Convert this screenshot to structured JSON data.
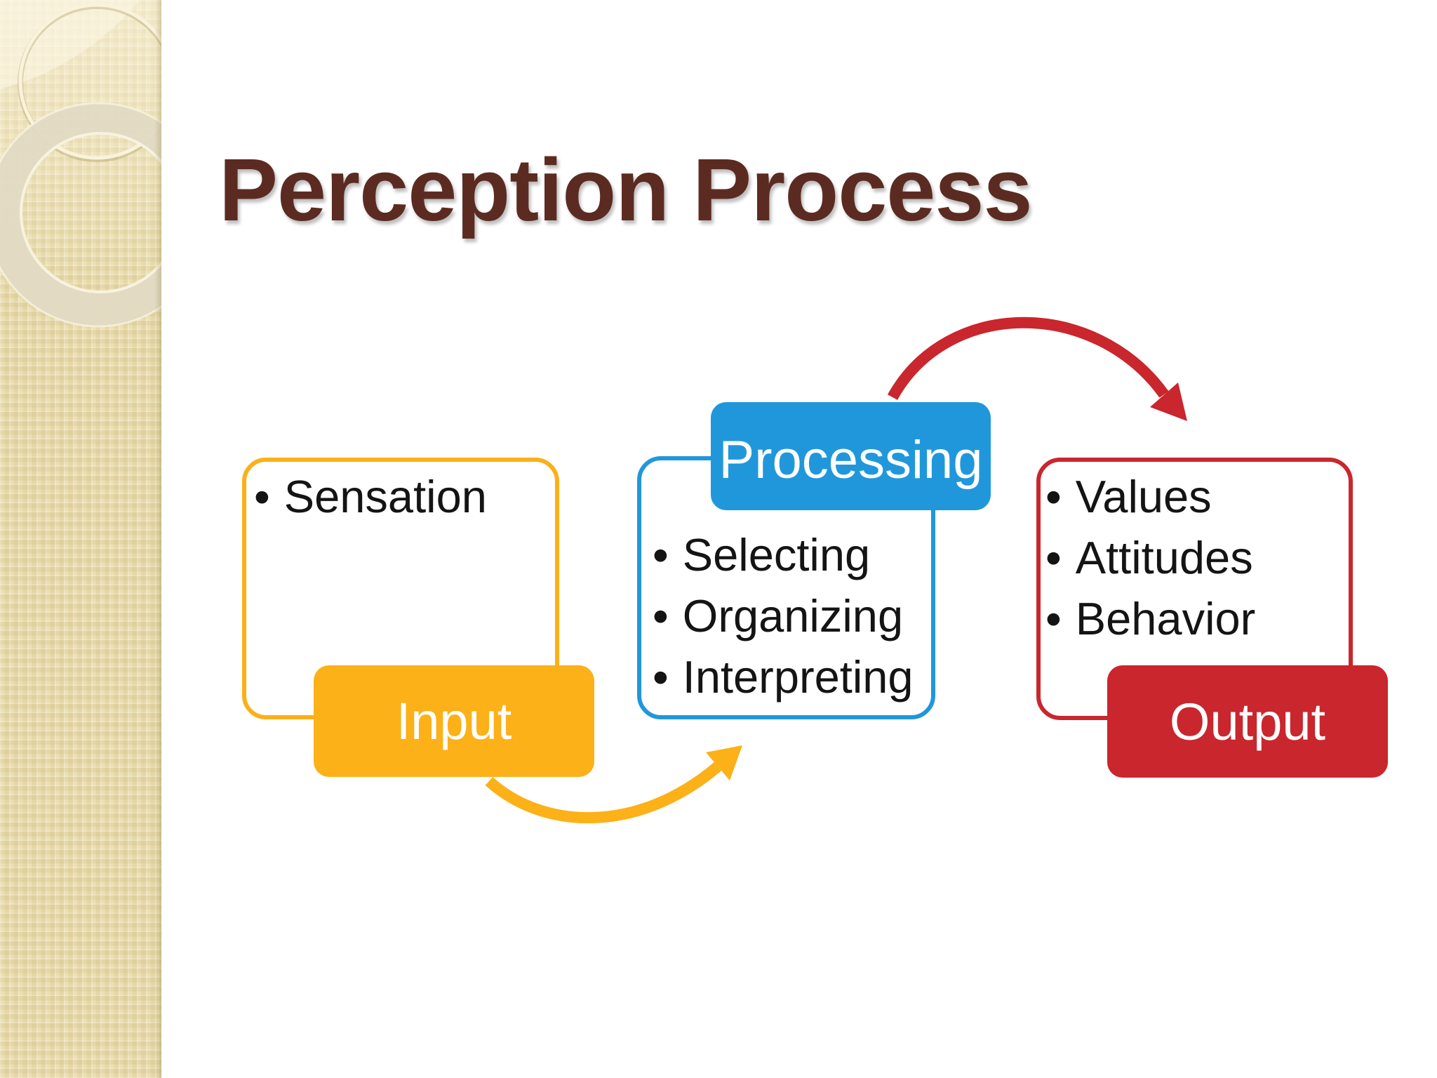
{
  "slide": {
    "title": "Perception Process"
  },
  "ui": {
    "bullet": "•"
  },
  "colors": {
    "title_text": "#5B2B22",
    "input_accent": "#FBB117",
    "processing_accent": "#2197DB",
    "output_accent": "#C9262D",
    "body_text": "#141414",
    "sidebar_base": "#EBDFB3",
    "background": "#FFFFFF"
  },
  "diagram": {
    "type": "flow",
    "nodes": [
      {
        "id": "input",
        "label": "Input",
        "items": [
          "Sensation"
        ]
      },
      {
        "id": "processing",
        "label": "Processing",
        "items": [
          "Selecting",
          "Organizing",
          "Interpreting"
        ]
      },
      {
        "id": "output",
        "label": "Output",
        "items": [
          "Values",
          "Attitudes",
          "Behavior"
        ]
      }
    ],
    "arrows": [
      {
        "from": "input",
        "to": "processing",
        "color": "#FBB117",
        "shape": "curves-down"
      },
      {
        "from": "processing",
        "to": "output",
        "color": "#C9262D",
        "shape": "curves-up"
      }
    ]
  }
}
